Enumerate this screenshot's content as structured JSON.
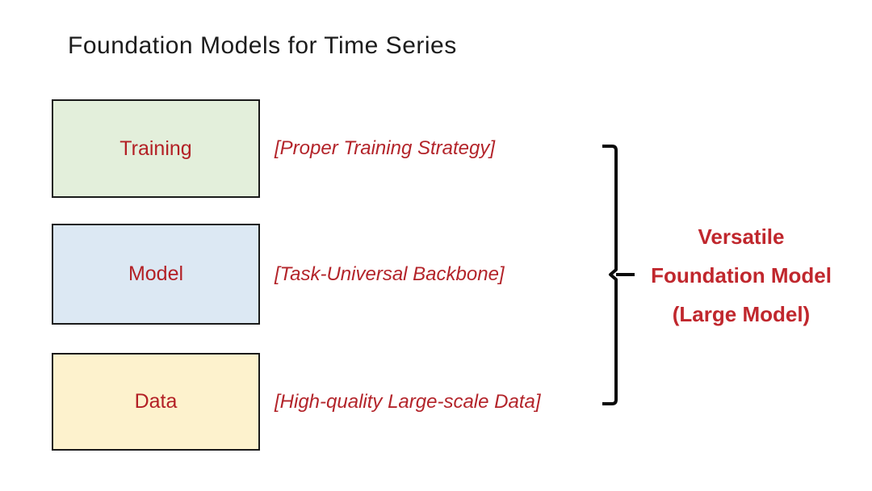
{
  "title": "Foundation Models for Time Series",
  "diagram": {
    "rows": [
      {
        "label": "Training",
        "annotation": "[Proper Training Strategy]",
        "box_color": "#e3efdb"
      },
      {
        "label": "Model",
        "annotation": "[Task-Universal Backbone]",
        "box_color": "#dce8f3"
      },
      {
        "label": "Data",
        "annotation": "[High-quality Large-scale Data]",
        "box_color": "#fdf2cd"
      }
    ],
    "result": {
      "lines": [
        "Versatile",
        "Foundation Model",
        "(Large Model)"
      ]
    },
    "colors": {
      "box_label_red": "#b32025",
      "annotation_red": "#b3242a",
      "result_red": "#c0272d",
      "box_border": "#1a1a1a",
      "title_black": "#1c1c1c",
      "background": "#ffffff"
    }
  }
}
